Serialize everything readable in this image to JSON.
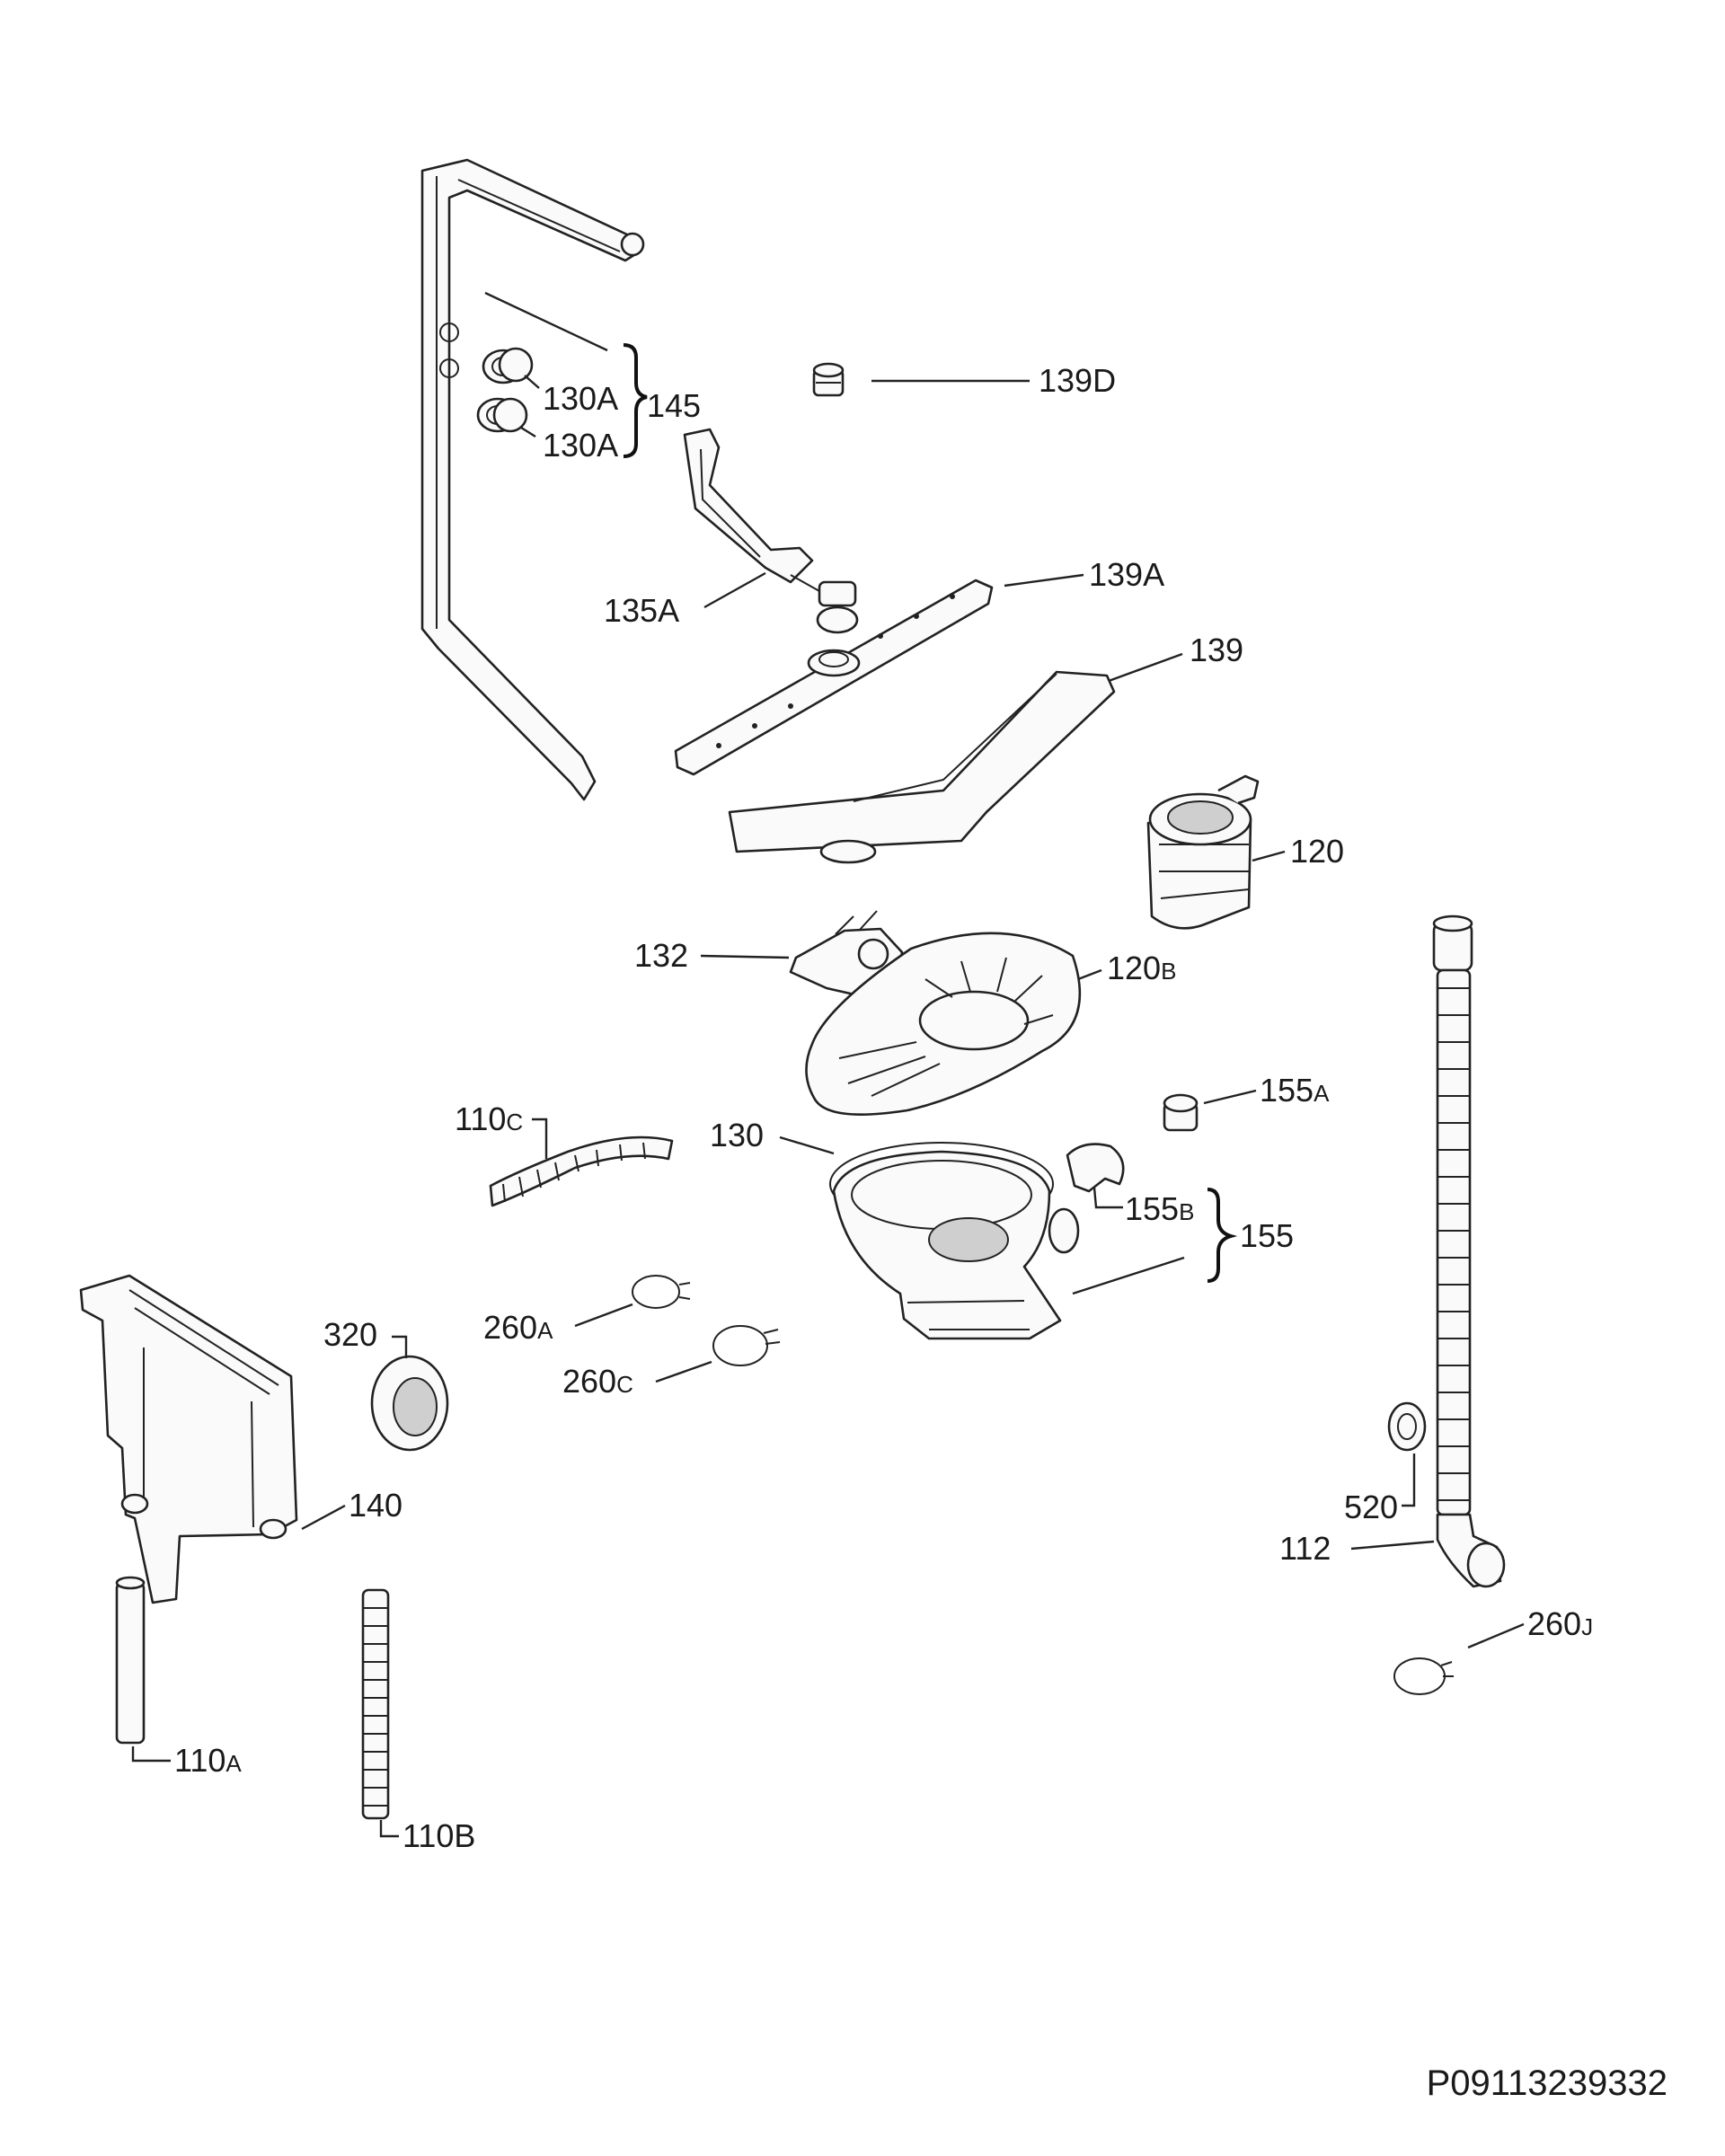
{
  "labels": {
    "l145": "145",
    "l130a_1": "130A",
    "l130a_2": "130A",
    "l139d": "139D",
    "l135a": "135A",
    "l139a": "139A",
    "l139": "139",
    "l120": "120",
    "l132": "132",
    "l120b_main": "120",
    "l120b_sub": "B",
    "l155a_main": "155",
    "l155a_sub": "A",
    "l110c_main": "110",
    "l110c_sub": "C",
    "l130": "130",
    "l155b_main": "155",
    "l155b_sub": "B",
    "l155": "155",
    "l320": "320",
    "l260a_main": "260",
    "l260a_sub": "A",
    "l260c_main": "260",
    "l260c_sub": "C",
    "l140": "140",
    "l520": "520",
    "l112": "112",
    "l260j_main": "260",
    "l260j_sub": "J",
    "l110a_main": "110",
    "l110a_sub": "A",
    "l110b": "110B"
  },
  "document_id": "P09113239332"
}
